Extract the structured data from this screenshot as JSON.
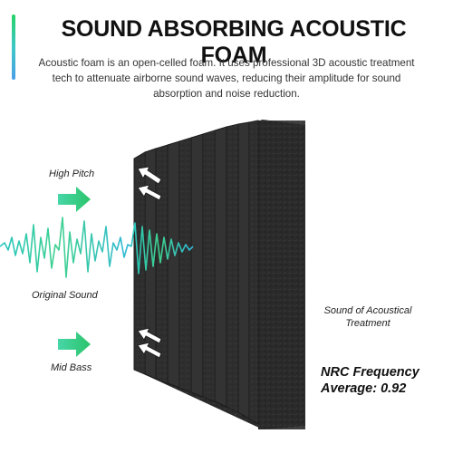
{
  "title": "SOUND ABSORBING ACOUSTIC FOAM",
  "description": "Acoustic foam is an open-celled foam. It uses professional 3D acoustic treatment tech to attenuate airborne sound waves, reducing their amplitude for sound absorption and noise reduction.",
  "labels": {
    "high_pitch": "High Pitch",
    "original_sound": "Original Sound",
    "mid_bass": "Mid Bass",
    "treated_sound": "Sound of Acoustical Treatment"
  },
  "nrc": {
    "line1": "NRC Frequency",
    "line2": "Average: 0.92"
  },
  "colors": {
    "accent_green": "#25d366",
    "accent_teal": "#3fc7c7",
    "accent_blue": "#4a9fe8",
    "foam": "#2a2a2a"
  },
  "icons": [
    "right-arrow-icon",
    "reflect-arrow-icon"
  ]
}
